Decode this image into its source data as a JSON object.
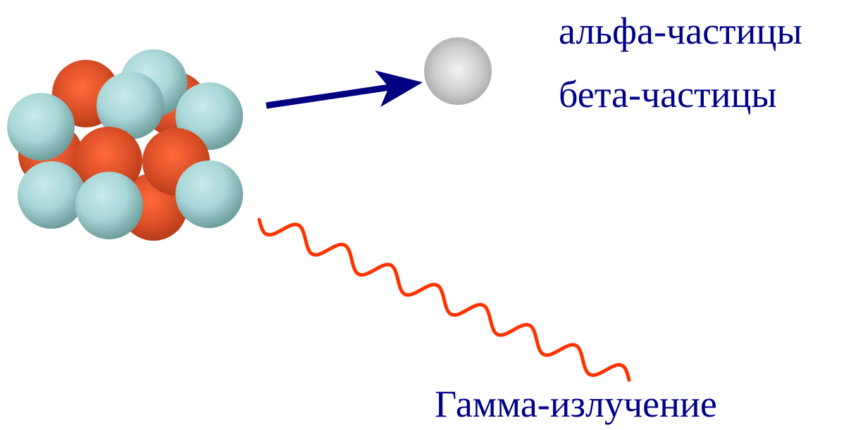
{
  "labels": {
    "alpha": "альфа-частицы",
    "beta": "бета-частицы",
    "gamma": "Гамма-излучение"
  },
  "colors": {
    "text": "#00008b",
    "arrow": "#000080",
    "wave": "#ff3300",
    "proton": "#e0522a",
    "neutron": "#a9d6d6",
    "emitted_particle": "#c8c8c8"
  },
  "nucleus": {
    "protons": 7,
    "neutrons": 8
  }
}
